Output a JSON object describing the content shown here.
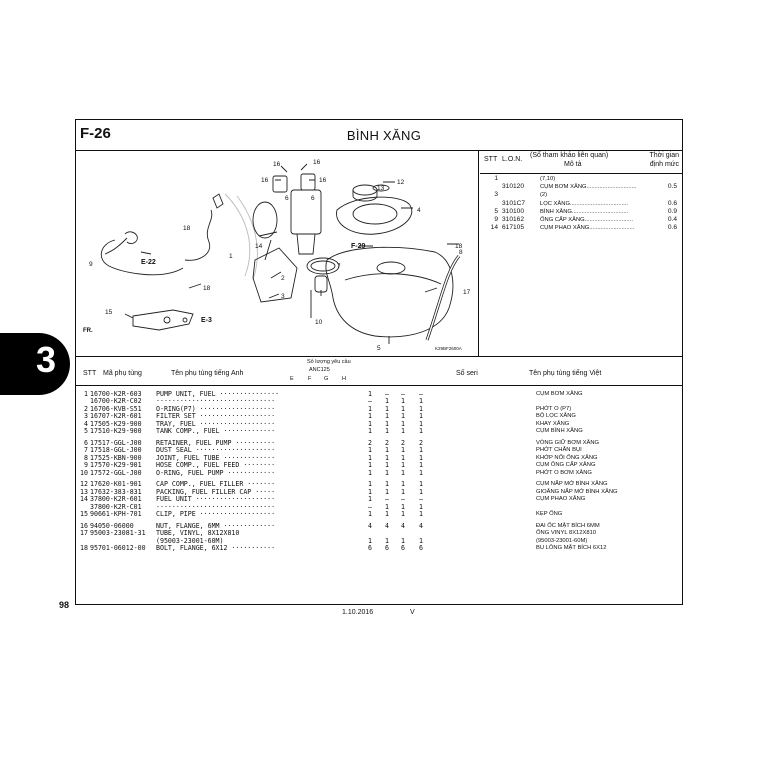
{
  "header": {
    "code": "F-26",
    "title": "BÌNH XĂNG"
  },
  "figure": {
    "callouts": [
      "1",
      "2",
      "3",
      "4",
      "5",
      "6",
      "6",
      "7",
      "8",
      "9",
      "10",
      "12",
      "13",
      "14",
      "15",
      "16",
      "16",
      "16",
      "16",
      "17",
      "18",
      "18",
      "18"
    ],
    "refs": [
      "E-22",
      "E-3",
      "F-29"
    ],
    "fr_label": "FR.",
    "fig_code": "K29BF2600A"
  },
  "ref_table": {
    "head": {
      "stt": "STT",
      "lon": "L.O.N.",
      "ref": "(Số tham khảo liên quan)",
      "desc": "Mô tả",
      "time": "Thời gian",
      "time2": "định mức"
    },
    "rows": [
      {
        "n": "1",
        "c": "",
        "d": "(7,10)",
        "t": ""
      },
      {
        "n": "",
        "c": "310120",
        "d": "CỤM BƠM XĂNG...............................",
        "t": "0.5"
      },
      {
        "n": "3",
        "c": "",
        "d": "(2)",
        "t": ""
      },
      {
        "n": "",
        "c": "3101C7",
        "d": "LỌC XĂNG....................................",
        "t": "0.6"
      },
      {
        "n": "5",
        "c": "310100",
        "d": "BÌNH XĂNG...................................",
        "t": "0.9"
      },
      {
        "n": "9",
        "c": "310162",
        "d": "ỐNG CẤP XĂNG..............................",
        "t": "0.4"
      },
      {
        "n": "14",
        "c": "617105",
        "d": "CỤM PHAO XĂNG............................",
        "t": "0.6"
      }
    ]
  },
  "parts_header": {
    "stt": "STT",
    "part_no": "Mã phụ tùng",
    "name_en": "Tên phụ tùng tiếng Anh",
    "qty_title": "Số lượng yêu cầu",
    "model": "ANC125",
    "cols": [
      "E",
      "F",
      "G",
      "H"
    ],
    "serial": "Số seri",
    "name_vn": "Tên phụ tùng tiếng Việt"
  },
  "parts": [
    {
      "s": "1",
      "pn": "16700-K2R-603",
      "en": "PUMP UNIT, FUEL ···············",
      "q": [
        "1",
        "–",
        "–",
        "–"
      ],
      "vn": "CỤM BƠM XĂNG",
      "gap": false
    },
    {
      "s": "",
      "pn": "16700-K2R-C02",
      "en": " ······························",
      "q": [
        "–",
        "1",
        "1",
        "1"
      ],
      "vn": "",
      "gap": false
    },
    {
      "s": "2",
      "pn": "16706-KVB-S51",
      "en": "O-RING(P7) ···················",
      "q": [
        "1",
        "1",
        "1",
        "1"
      ],
      "vn": "PHỚT O (P7)",
      "gap": false
    },
    {
      "s": "3",
      "pn": "16707-K2R-601",
      "en": "FILTER SET ···················",
      "q": [
        "1",
        "1",
        "1",
        "1"
      ],
      "vn": "BỘ LỌC XĂNG",
      "gap": false
    },
    {
      "s": "4",
      "pn": "17505-K29-900",
      "en": "TRAY, FUEL ···················",
      "q": [
        "1",
        "1",
        "1",
        "1"
      ],
      "vn": "KHAY XĂNG",
      "gap": false
    },
    {
      "s": "5",
      "pn": "17510-K29-900",
      "en": "TANK COMP., FUEL ·············",
      "q": [
        "1",
        "1",
        "1",
        "1"
      ],
      "vn": "CỤM BÌNH XĂNG",
      "gap": false
    },
    {
      "s": "6",
      "pn": "17517-GGL-J00",
      "en": "RETAINER, FUEL PUMP ··········",
      "q": [
        "2",
        "2",
        "2",
        "2"
      ],
      "vn": "VÒNG GIỮ BƠM XĂNG",
      "gap": true
    },
    {
      "s": "7",
      "pn": "17518-GGL-J00",
      "en": "DUST SEAL ····················",
      "q": [
        "1",
        "1",
        "1",
        "1"
      ],
      "vn": "PHỚT CHẮN BỤI",
      "gap": false
    },
    {
      "s": "8",
      "pn": "17525-KBN-900",
      "en": "JOINT, FUEL TUBE ·············",
      "q": [
        "1",
        "1",
        "1",
        "1"
      ],
      "vn": "KHỚP NỐI ỐNG XĂNG",
      "gap": false
    },
    {
      "s": "9",
      "pn": "17570-K29-901",
      "en": "HOSE COMP., FUEL FEED ········",
      "q": [
        "1",
        "1",
        "1",
        "1"
      ],
      "vn": "CỤM ỐNG CẤP XĂNG",
      "gap": false
    },
    {
      "s": "10",
      "pn": "17572-GGL-J00",
      "en": "O-RING, FUEL PUMP ············",
      "q": [
        "1",
        "1",
        "1",
        "1"
      ],
      "vn": "PHỚT O BƠM XĂNG",
      "gap": false
    },
    {
      "s": "12",
      "pn": "17620-K01-901",
      "en": "CAP COMP., FUEL FILLER ·······",
      "q": [
        "1",
        "1",
        "1",
        "1"
      ],
      "vn": "CỤM NẮP MỞ BÌNH XĂNG",
      "gap": true
    },
    {
      "s": "13",
      "pn": "17632-383-831",
      "en": "PACKING, FUEL FILLER CAP ·····",
      "q": [
        "1",
        "1",
        "1",
        "1"
      ],
      "vn": "GIOĂNG NẮP MỞ BÌNH XĂNG",
      "gap": false
    },
    {
      "s": "14",
      "pn": "37800-K2R-601",
      "en": "FUEL UNIT ····················",
      "q": [
        "1",
        "–",
        "–",
        "–"
      ],
      "vn": "CỤM PHAO XĂNG",
      "gap": false
    },
    {
      "s": "",
      "pn": "37800-K2R-C01",
      "en": " ······························",
      "q": [
        "–",
        "1",
        "1",
        "1"
      ],
      "vn": "",
      "gap": false
    },
    {
      "s": "15",
      "pn": "90661-KPH-701",
      "en": "CLIP, PIPE ···················",
      "q": [
        "1",
        "1",
        "1",
        "1"
      ],
      "vn": "KẸP ỐNG",
      "gap": false
    },
    {
      "s": "16",
      "pn": "94050-06000",
      "en": "NUT, FLANGE, 6MM ·············",
      "q": [
        "4",
        "4",
        "4",
        "4"
      ],
      "vn": "ĐAI ỐC MẶT BÍCH 6MM",
      "gap": true
    },
    {
      "s": "17",
      "pn": "95003-23081-31",
      "en": "TUBE, VINYL, 8X12X810",
      "q": [
        "",
        "",
        "",
        ""
      ],
      "vn": "ỐNG VINYL 8X12X810",
      "gap": false
    },
    {
      "s": "",
      "pn": "",
      "en": "         (95003-23001-60M)",
      "q": [
        "1",
        "1",
        "1",
        "1"
      ],
      "vn": "                    (95003-23001-60M)",
      "gap": false
    },
    {
      "s": "18",
      "pn": "95701-06012-00",
      "en": "BOLT, FLANGE, 6X12 ···········",
      "q": [
        "6",
        "6",
        "6",
        "6"
      ],
      "vn": "BU LÔNG MẶT BÍCH 6X12",
      "gap": false
    }
  ],
  "tab": "3",
  "footer": {
    "page": "98",
    "date": "1.10.2016",
    "rev": "V"
  }
}
